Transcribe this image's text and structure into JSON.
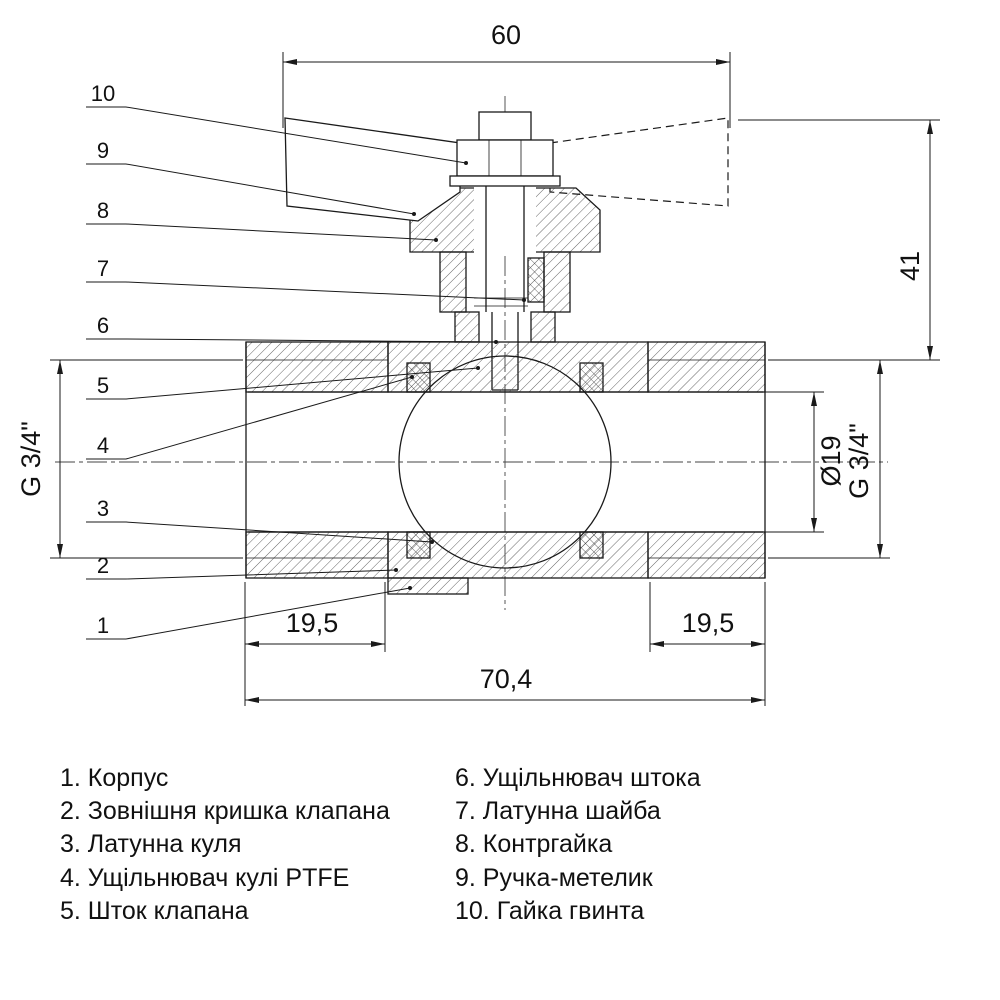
{
  "page": {
    "background": "#ffffff",
    "line_color": "#1a1a1a"
  },
  "drawing": {
    "dims": {
      "handle_width": "60",
      "height": "41",
      "thread_left": "G 3/4\"",
      "thread_right": "G 3/4\"",
      "bore_diameter": "Ø19",
      "thread_len_left": "19,5",
      "thread_len_right": "19,5",
      "total_length": "70,4"
    },
    "callouts": [
      "1",
      "2",
      "3",
      "4",
      "5",
      "6",
      "7",
      "8",
      "9",
      "10"
    ]
  },
  "parts": {
    "left": [
      "1. Корпус",
      "2. Зовнішня кришка клапана",
      "3. Латунна куля",
      "4. Ущільнювач кулі PTFE",
      "5. Шток клапана"
    ],
    "right": [
      "6. Ущільнювач штока",
      "7. Латунна шайба",
      "8. Контргайка",
      "9. Ручка-метелик",
      "10. Гайка гвинта"
    ]
  }
}
